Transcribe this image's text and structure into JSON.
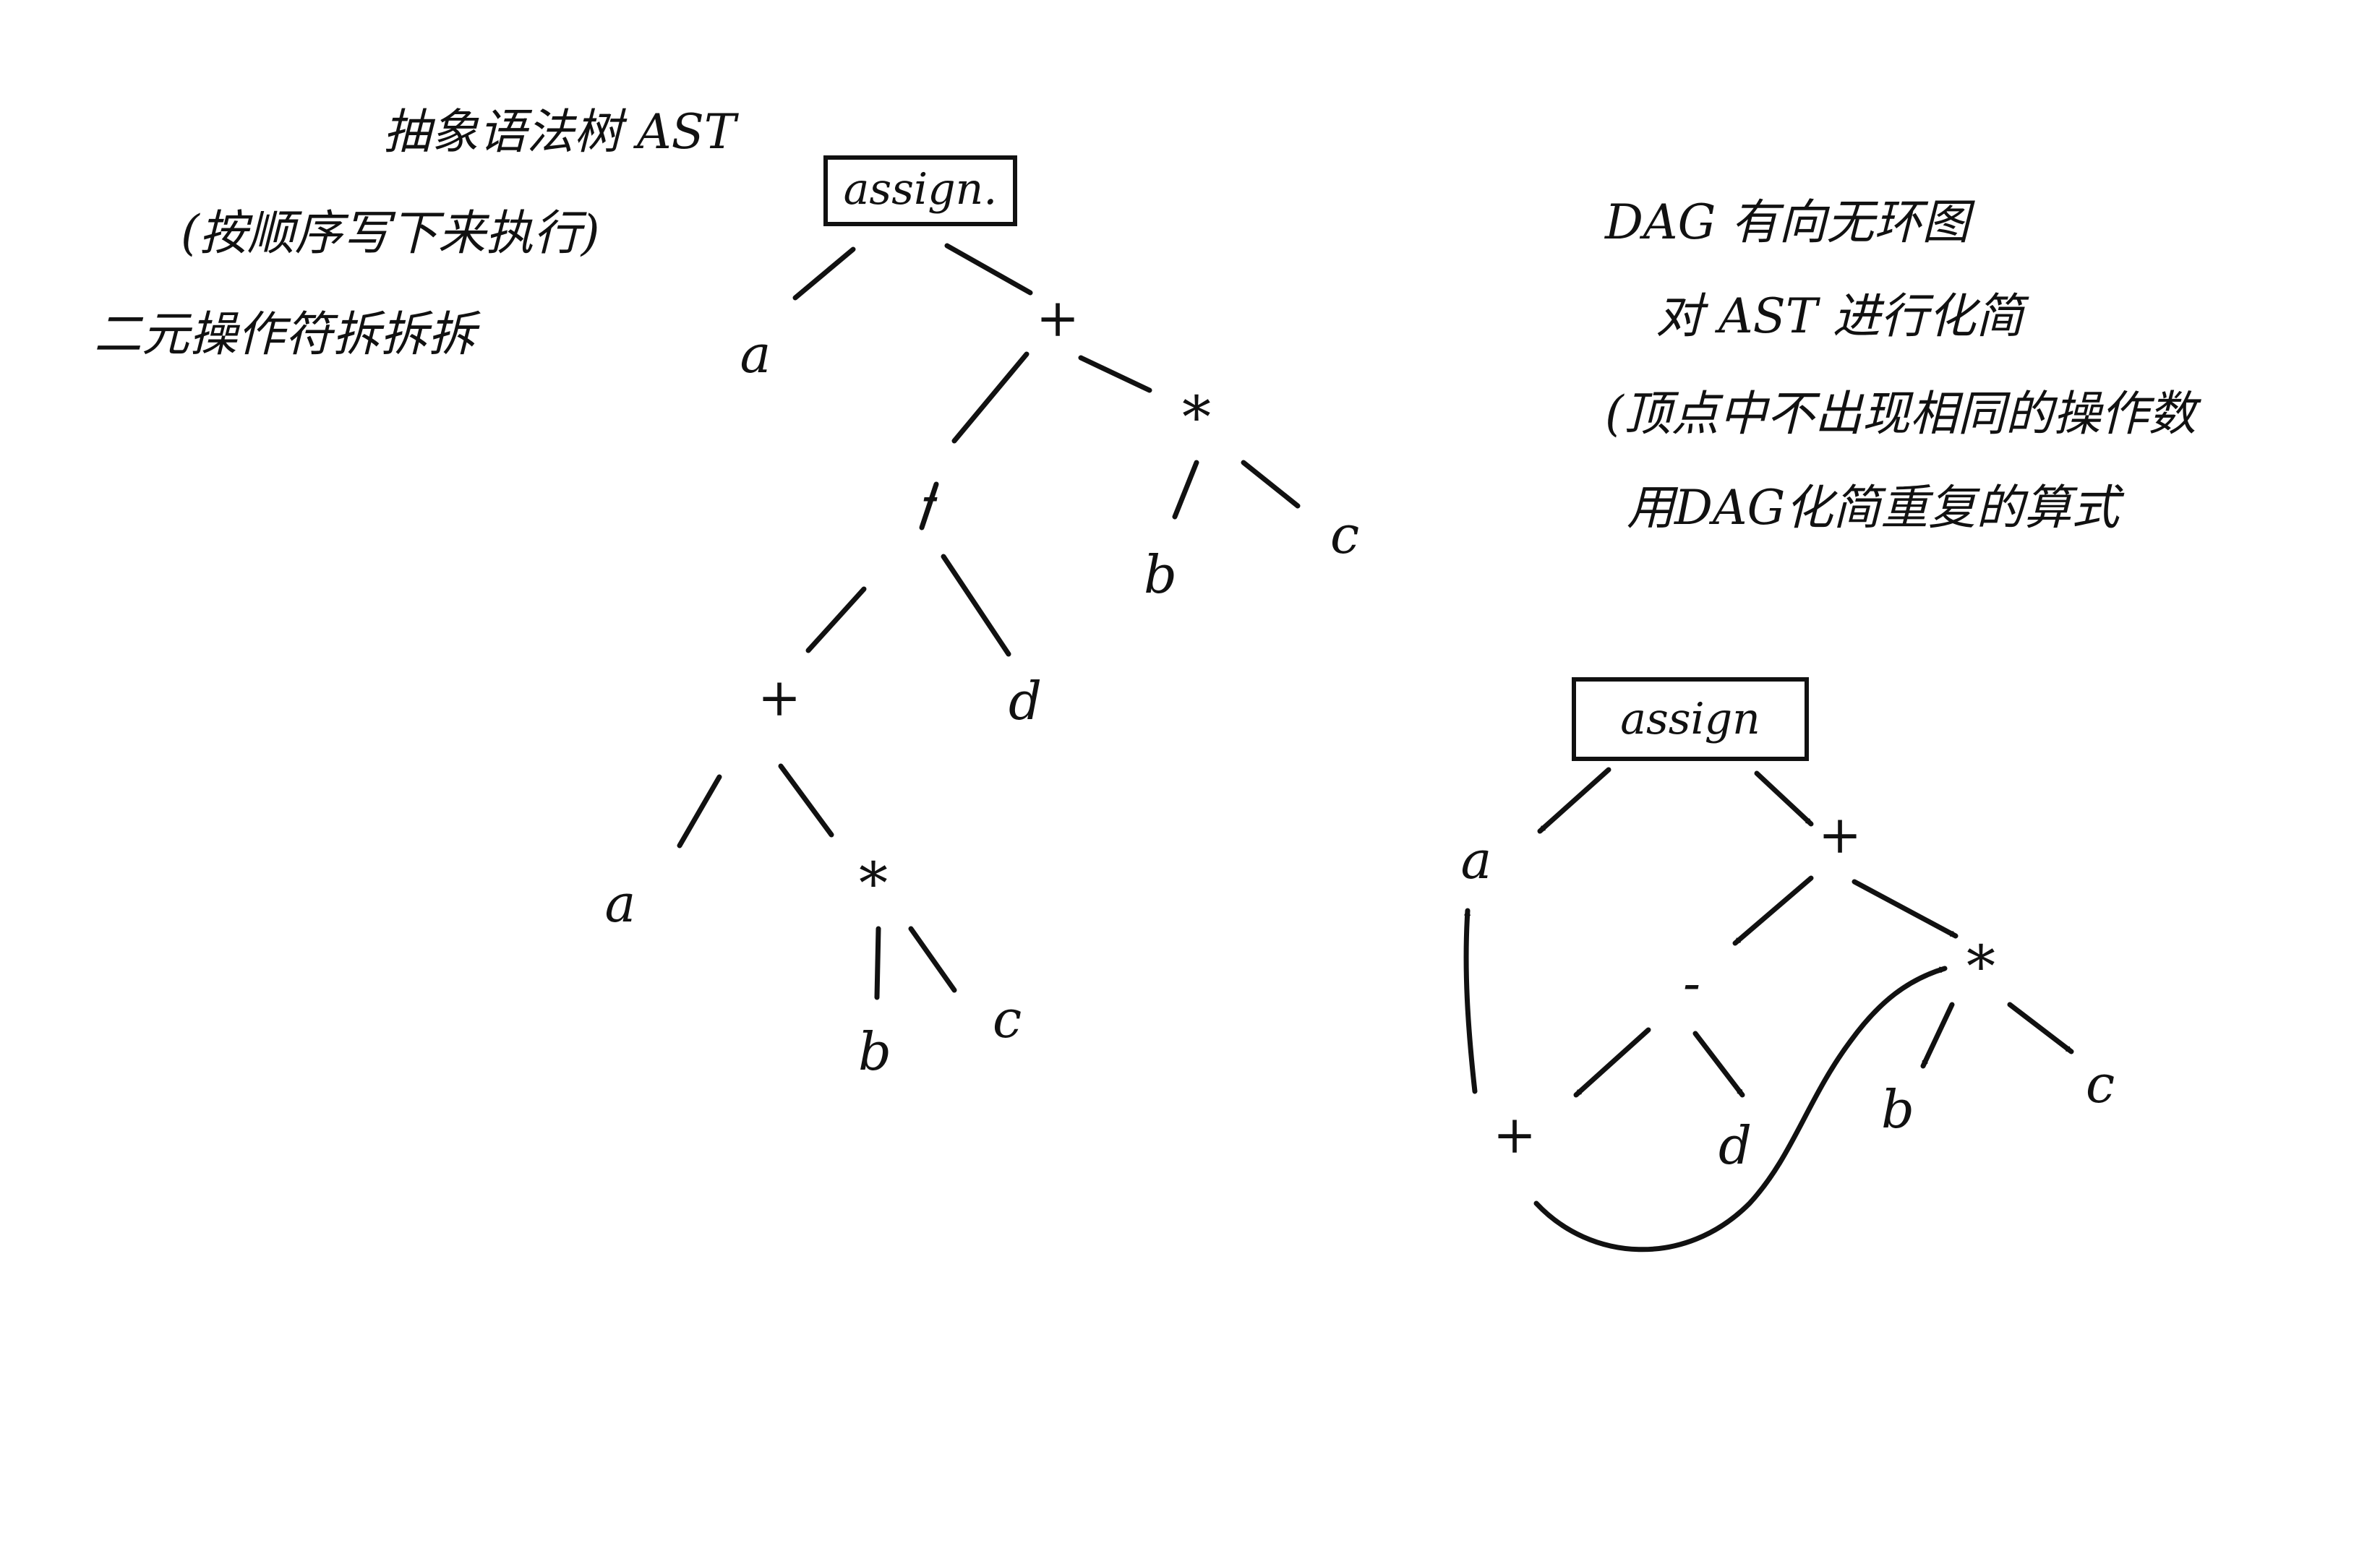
{
  "notes": {
    "ast_title": "抽象语法树 AST",
    "ast_order": "(按顺序写下来执行)",
    "ast_binary": "二元操作符拆拆拆",
    "dag_title": "DAG 有向无环图",
    "dag_simplify": "对 AST 进行化简",
    "dag_vertex": "(顶点中不出现相同的操作数",
    "dag_reuse": "用DAG化简重复的算式"
  },
  "ast": {
    "nodes": {
      "root": "assign.",
      "a_top": "a",
      "plus_top": "+",
      "times_top": "*",
      "b_top": "b",
      "c_top": "c",
      "minus": "-",
      "plus_low": "+",
      "d": "d",
      "a_low": "a",
      "times_low": "*",
      "b_low": "b",
      "c_low": "c"
    }
  },
  "dag": {
    "nodes": {
      "root": "assign",
      "a": "a",
      "plus_top": "+",
      "minus": "-",
      "times": "*",
      "plus_low": "+",
      "d": "d",
      "b": "b",
      "c": "c"
    }
  }
}
